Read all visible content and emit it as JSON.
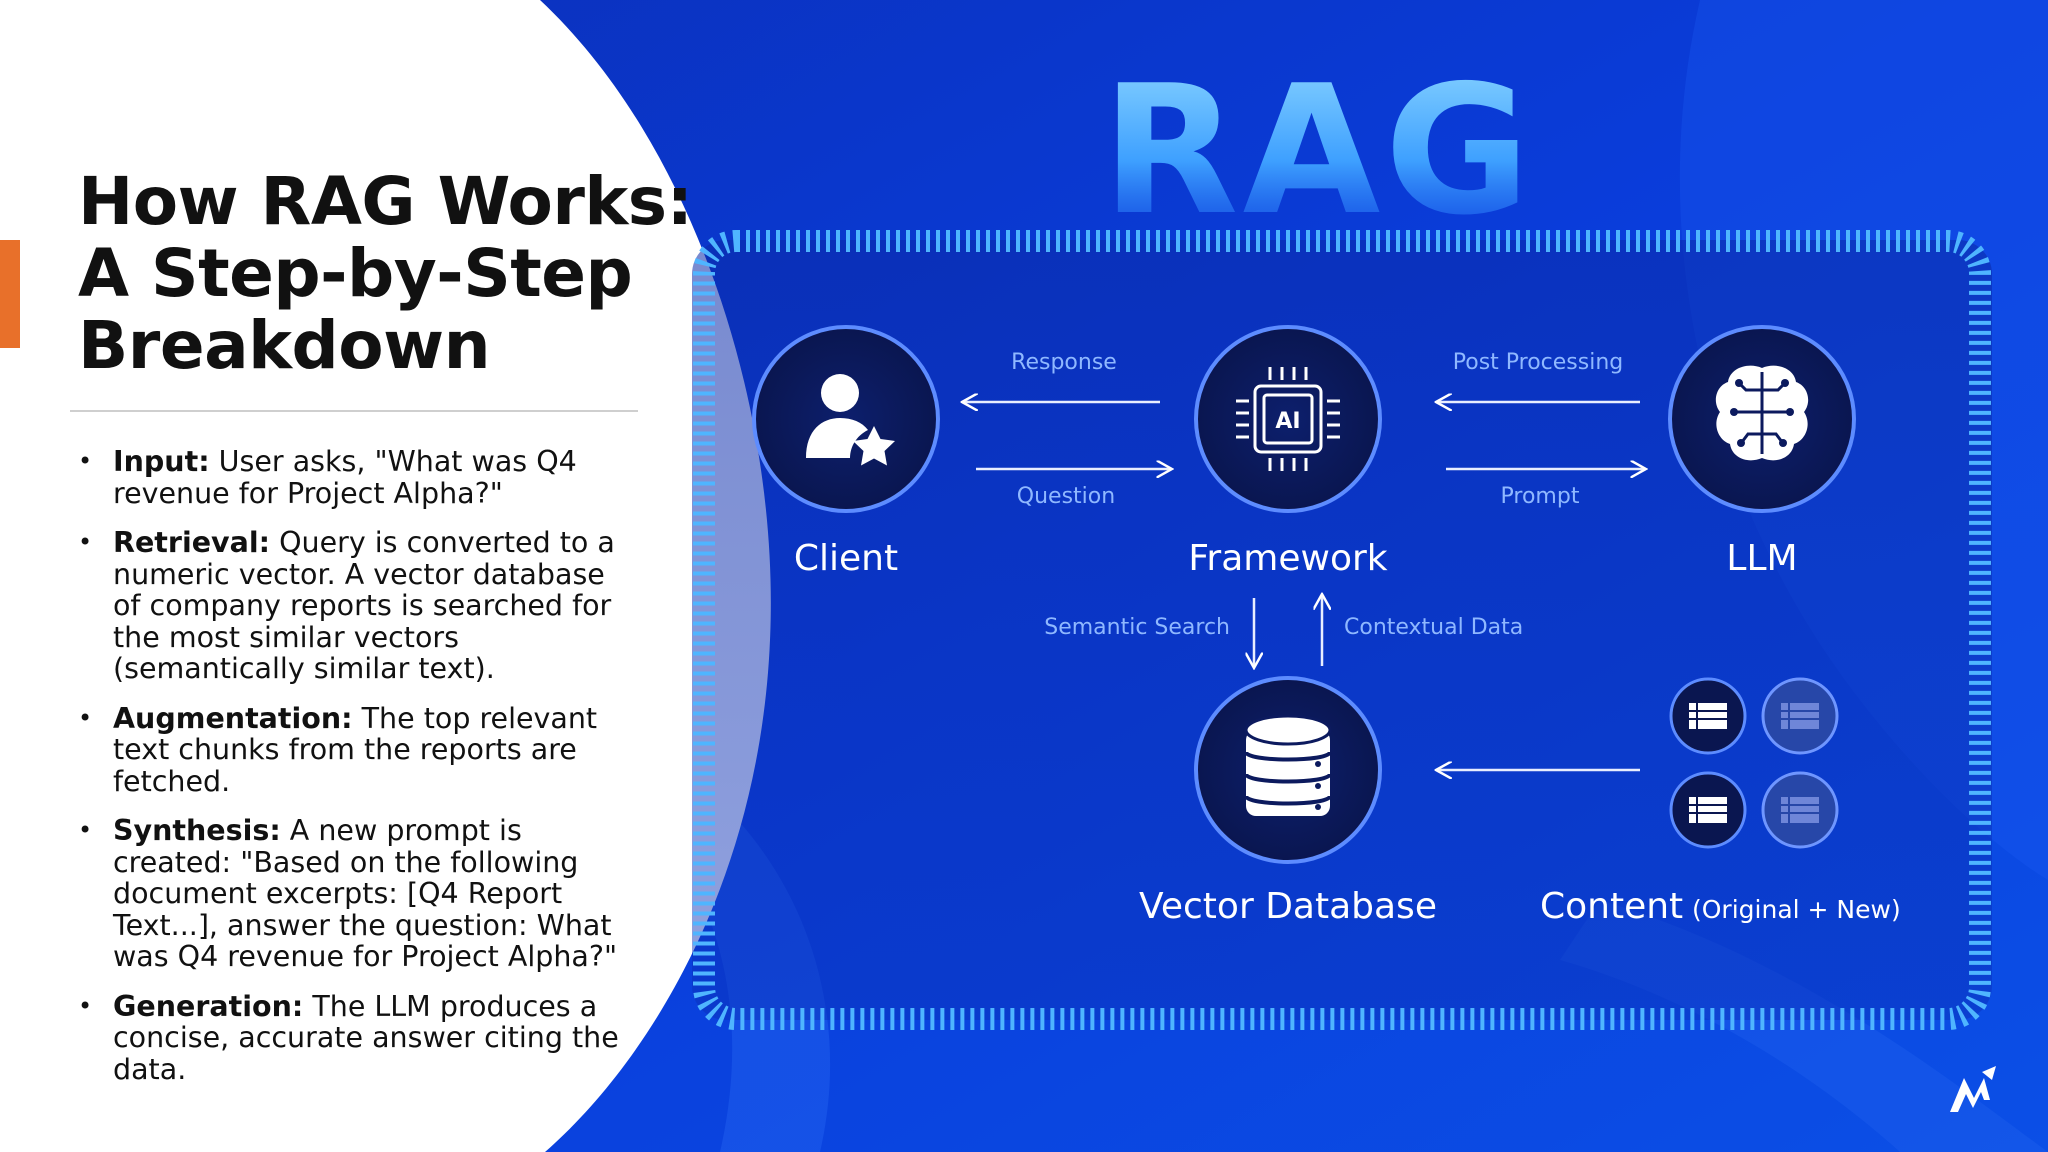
{
  "slide": {
    "title_lines": [
      "How RAG Works:",
      "A Step-by-Step",
      "Breakdown"
    ],
    "steps": [
      {
        "label": "Input:",
        "text": " User asks, \"What was Q4 revenue for Project Alpha?\""
      },
      {
        "label": "Retrieval:",
        "text": " Query is converted to a numeric vector. A vector database of company reports is searched for the most similar vectors (semantically similar text)."
      },
      {
        "label": "Augmentation:",
        "text": " The top relevant text chunks from the reports are fetched."
      },
      {
        "label": "Synthesis:",
        "text": " A new prompt is created: \"Based on the following document excerpts: [Q4 Report Text...], answer the question: What was Q4 revenue for Project Alpha?\""
      },
      {
        "label": "Generation:",
        "text": " The LLM produces a concise, accurate answer citing the data."
      }
    ]
  },
  "diagram": {
    "heading": "RAG",
    "nodes": {
      "client": "Client",
      "framework": "Framework",
      "llm": "LLM",
      "vector_db": "Vector Database",
      "content": "Content",
      "content_note": "(Original + New)"
    },
    "edges": {
      "response": "Response",
      "question": "Question",
      "post_processing": "Post Processing",
      "prompt": "Prompt",
      "semantic_search": "Semantic Search",
      "contextual_data": "Contextual Data"
    },
    "chip_label": "AI",
    "icons": {
      "client": "user-star-icon",
      "framework": "ai-chip-icon",
      "llm": "brain-circuit-icon",
      "vector_db": "database-icon",
      "content": "document-list-icon",
      "logo": "brand-logo-icon"
    }
  },
  "colors": {
    "accent": "#e8702a",
    "background_blue": "#0a3bd4",
    "node_fill": "#0c1a5e",
    "frame_dash": "#4fb5ff",
    "edge_label": "#8fb8ff"
  }
}
